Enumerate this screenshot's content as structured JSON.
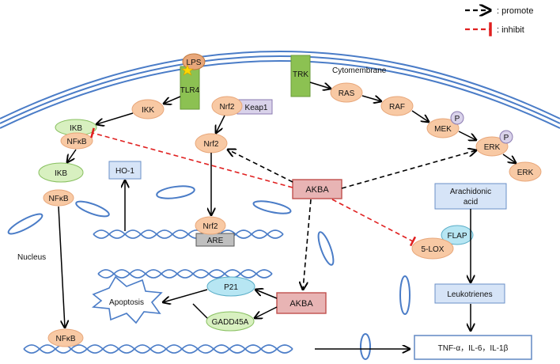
{
  "legend": {
    "promote": ": promote",
    "inhibit": ": inhibit"
  },
  "labels": {
    "cytomembrane": "Cytomembrane",
    "nucleus": "Nucleus"
  },
  "nodes": {
    "lps": "LPS",
    "tlr4": "TLR4",
    "trk": "TRK",
    "ikk": "IKK",
    "nrf2_keap": "Nrf2",
    "keap1": "Keap1",
    "ikb_complex": "IKB",
    "nfkb_complex": "NFκB",
    "nrf2": "Nrf2",
    "ikb": "IKB",
    "nfkb": "NFκB",
    "ho1": "HO-1",
    "akba_top": "AKBA",
    "ras": "RAS",
    "raf": "RAF",
    "mek": "MEK",
    "p_mek": "P",
    "erk_p": "ERK",
    "p_erk": "P",
    "erk": "ERK",
    "arachidonic": "Arachidonic",
    "arachidonic2": "acid",
    "nrf2_are": "Nrf2",
    "are": "ARE",
    "flap": "FLAP",
    "lox": "5-LOX",
    "p21": "P21",
    "apoptosis": "Apoptosis",
    "akba_bottom": "AKBA",
    "gadd45a": "GADD45A",
    "leukotrienes": "Leukotrienes",
    "nfkb_nuclear": "NFκB",
    "cytokines": "TNF-α，IL-6，IL-1β"
  },
  "colors": {
    "membrane": "#4a7cc7",
    "peach": "#f8c9a4",
    "peach_stroke": "#e8a77a",
    "green_fill": "#d8f0c0",
    "green_stroke": "#88c060",
    "box_green": "#8cc152",
    "blue_box": "#d6e4f7",
    "red_box": "#e8b4b4",
    "red_box_stroke": "#c0504d",
    "purple_box": "#d9d2ea",
    "cyan": "#b7e6f3",
    "inhibit": "#e02020"
  }
}
